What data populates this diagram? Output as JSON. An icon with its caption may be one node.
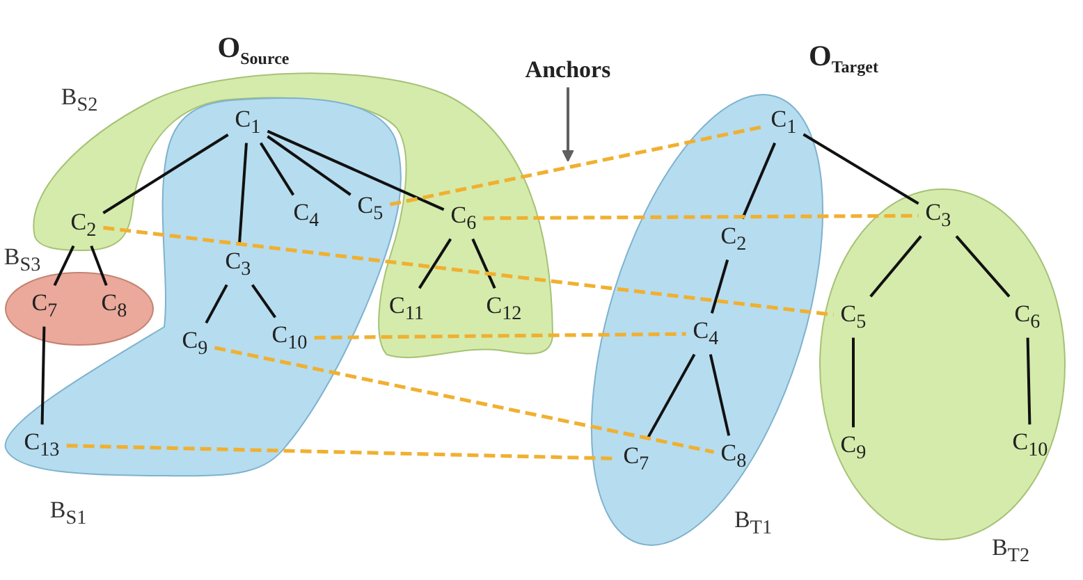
{
  "diagram": {
    "nodes": [
      {
        "text": [
          "B$_{S2}$"
        ]
      },
      {
        "text": [
          "B$_{S1}$"
        ]
      },
      {
        "text": [
          "B$_{S3}$"
        ]
      },
      {
        "text": [
          "C$_{1}$"
        ],
        "in": 1
      },
      {
        "text": [
          "C$_{2}$"
        ],
        "in": 0
      },
      {
        "text": [
          "C$_{3}$"
        ],
        "in": 1
      },
      {
        "text": [
          "C$_{4}$"
        ],
        "in": 1
      },
      {
        "text": [
          "C$_{5}$"
        ],
        "in": 1
      },
      {
        "text": [
          "C$_{6}$"
        ],
        "in": 0
      },
      {
        "text": [
          "C$_{7}$"
        ],
        "in": 2
      },
      {
        "text": [
          "C$_{8}$"
        ],
        "in": 2
      },
      {
        "text": [
          "C$_{9}$"
        ],
        "in": 1
      },
      {
        "text": [
          "C$_{10}$"
        ],
        "in": 1
      },
      {
        "text": [
          "C$_{11}$"
        ],
        "in": 0
      },
      {
        "text": [
          "C$_{12}$"
        ],
        "in": 0
      },
      {
        "text": [
          "C$_{13}$"
        ],
        "in": 1
      },
      {
        "text": [
          "Anchors"
        ]
      },
      {
        "text": [
          "B$_{T1}$"
        ]
      },
      {
        "text": [
          "B$_{T2}$"
        ]
      },
      {
        "text": [
          "C$_{1}$"
        ],
        "in": 17
      },
      {
        "text": [
          "C$_{2}$"
        ],
        "in": 17
      },
      {
        "text": [
          "C$_{3}$"
        ],
        "in": 18
      },
      {
        "text": [
          "C$_{4}$"
        ],
        "in": 17
      },
      {
        "text": [
          "C$_{5}$"
        ],
        "in": 18
      },
      {
        "text": [
          "C$_{6}$"
        ],
        "in": 18
      },
      {
        "text": [
          "C$_{7}$"
        ],
        "in": 17
      },
      {
        "text": [
          "C$_{8}$"
        ],
        "in": 17
      },
      {
        "text": [
          "C$_{9}$"
        ],
        "in": 18
      },
      {
        "text": [
          "C$_{10}$"
        ],
        "in": 18
      }
    ],
    "edges": [
      {
        "from": 3,
        "to": 4,
        "arrow": "none"
      },
      {
        "from": 3,
        "to": 5,
        "arrow": "none"
      },
      {
        "from": 3,
        "to": 6,
        "arrow": "none"
      },
      {
        "from": 3,
        "to": 7,
        "arrow": "none"
      },
      {
        "from": 3,
        "to": 8,
        "arrow": "none"
      },
      {
        "from": 4,
        "to": 9,
        "arrow": "none"
      },
      {
        "from": 4,
        "to": 10,
        "arrow": "none"
      },
      {
        "from": 5,
        "to": 11,
        "arrow": "none"
      },
      {
        "from": 5,
        "to": 12,
        "arrow": "none"
      },
      {
        "from": 8,
        "to": 13,
        "arrow": "none"
      },
      {
        "from": 8,
        "to": 14,
        "arrow": "none"
      },
      {
        "from": 9,
        "to": 15,
        "arrow": "none"
      },
      {
        "from": 19,
        "to": 20,
        "arrow": "none"
      },
      {
        "from": 19,
        "to": 21,
        "arrow": "none"
      },
      {
        "from": 20,
        "to": 22,
        "arrow": "none"
      },
      {
        "from": 21,
        "to": 23,
        "arrow": "none"
      },
      {
        "from": 21,
        "to": 24,
        "arrow": "none"
      },
      {
        "from": 22,
        "to": 25,
        "arrow": "none"
      },
      {
        "from": 22,
        "to": 26,
        "arrow": "none"
      },
      {
        "from": 23,
        "to": 27,
        "arrow": "none"
      },
      {
        "from": 24,
        "to": 28,
        "arrow": "none"
      },
      {
        "from": 7,
        "to": 19,
        "arrow": "none",
        "style": "dashed",
        "color": "#f0b030"
      },
      {
        "from": 8,
        "to": 21,
        "arrow": "none",
        "style": "dashed",
        "color": "#f0b030"
      },
      {
        "from": 4,
        "to": 23,
        "arrow": "none",
        "style": "dashed",
        "color": "#f0b030"
      },
      {
        "from": 12,
        "to": 22,
        "arrow": "none",
        "style": "dashed",
        "color": "#f0b030"
      },
      {
        "from": 11,
        "to": 26,
        "arrow": "none",
        "style": "dashed",
        "color": "#f0b030"
      },
      {
        "from": 15,
        "to": 25,
        "arrow": "none",
        "style": "dashed",
        "color": "#f0b030"
      },
      {
        "from": 16,
        "to": null,
        "arrow": "to",
        "color": "#606060"
      }
    ],
    "labels": [
      "O$_{Source}$",
      "O$_{Target}$"
    ]
  }
}
